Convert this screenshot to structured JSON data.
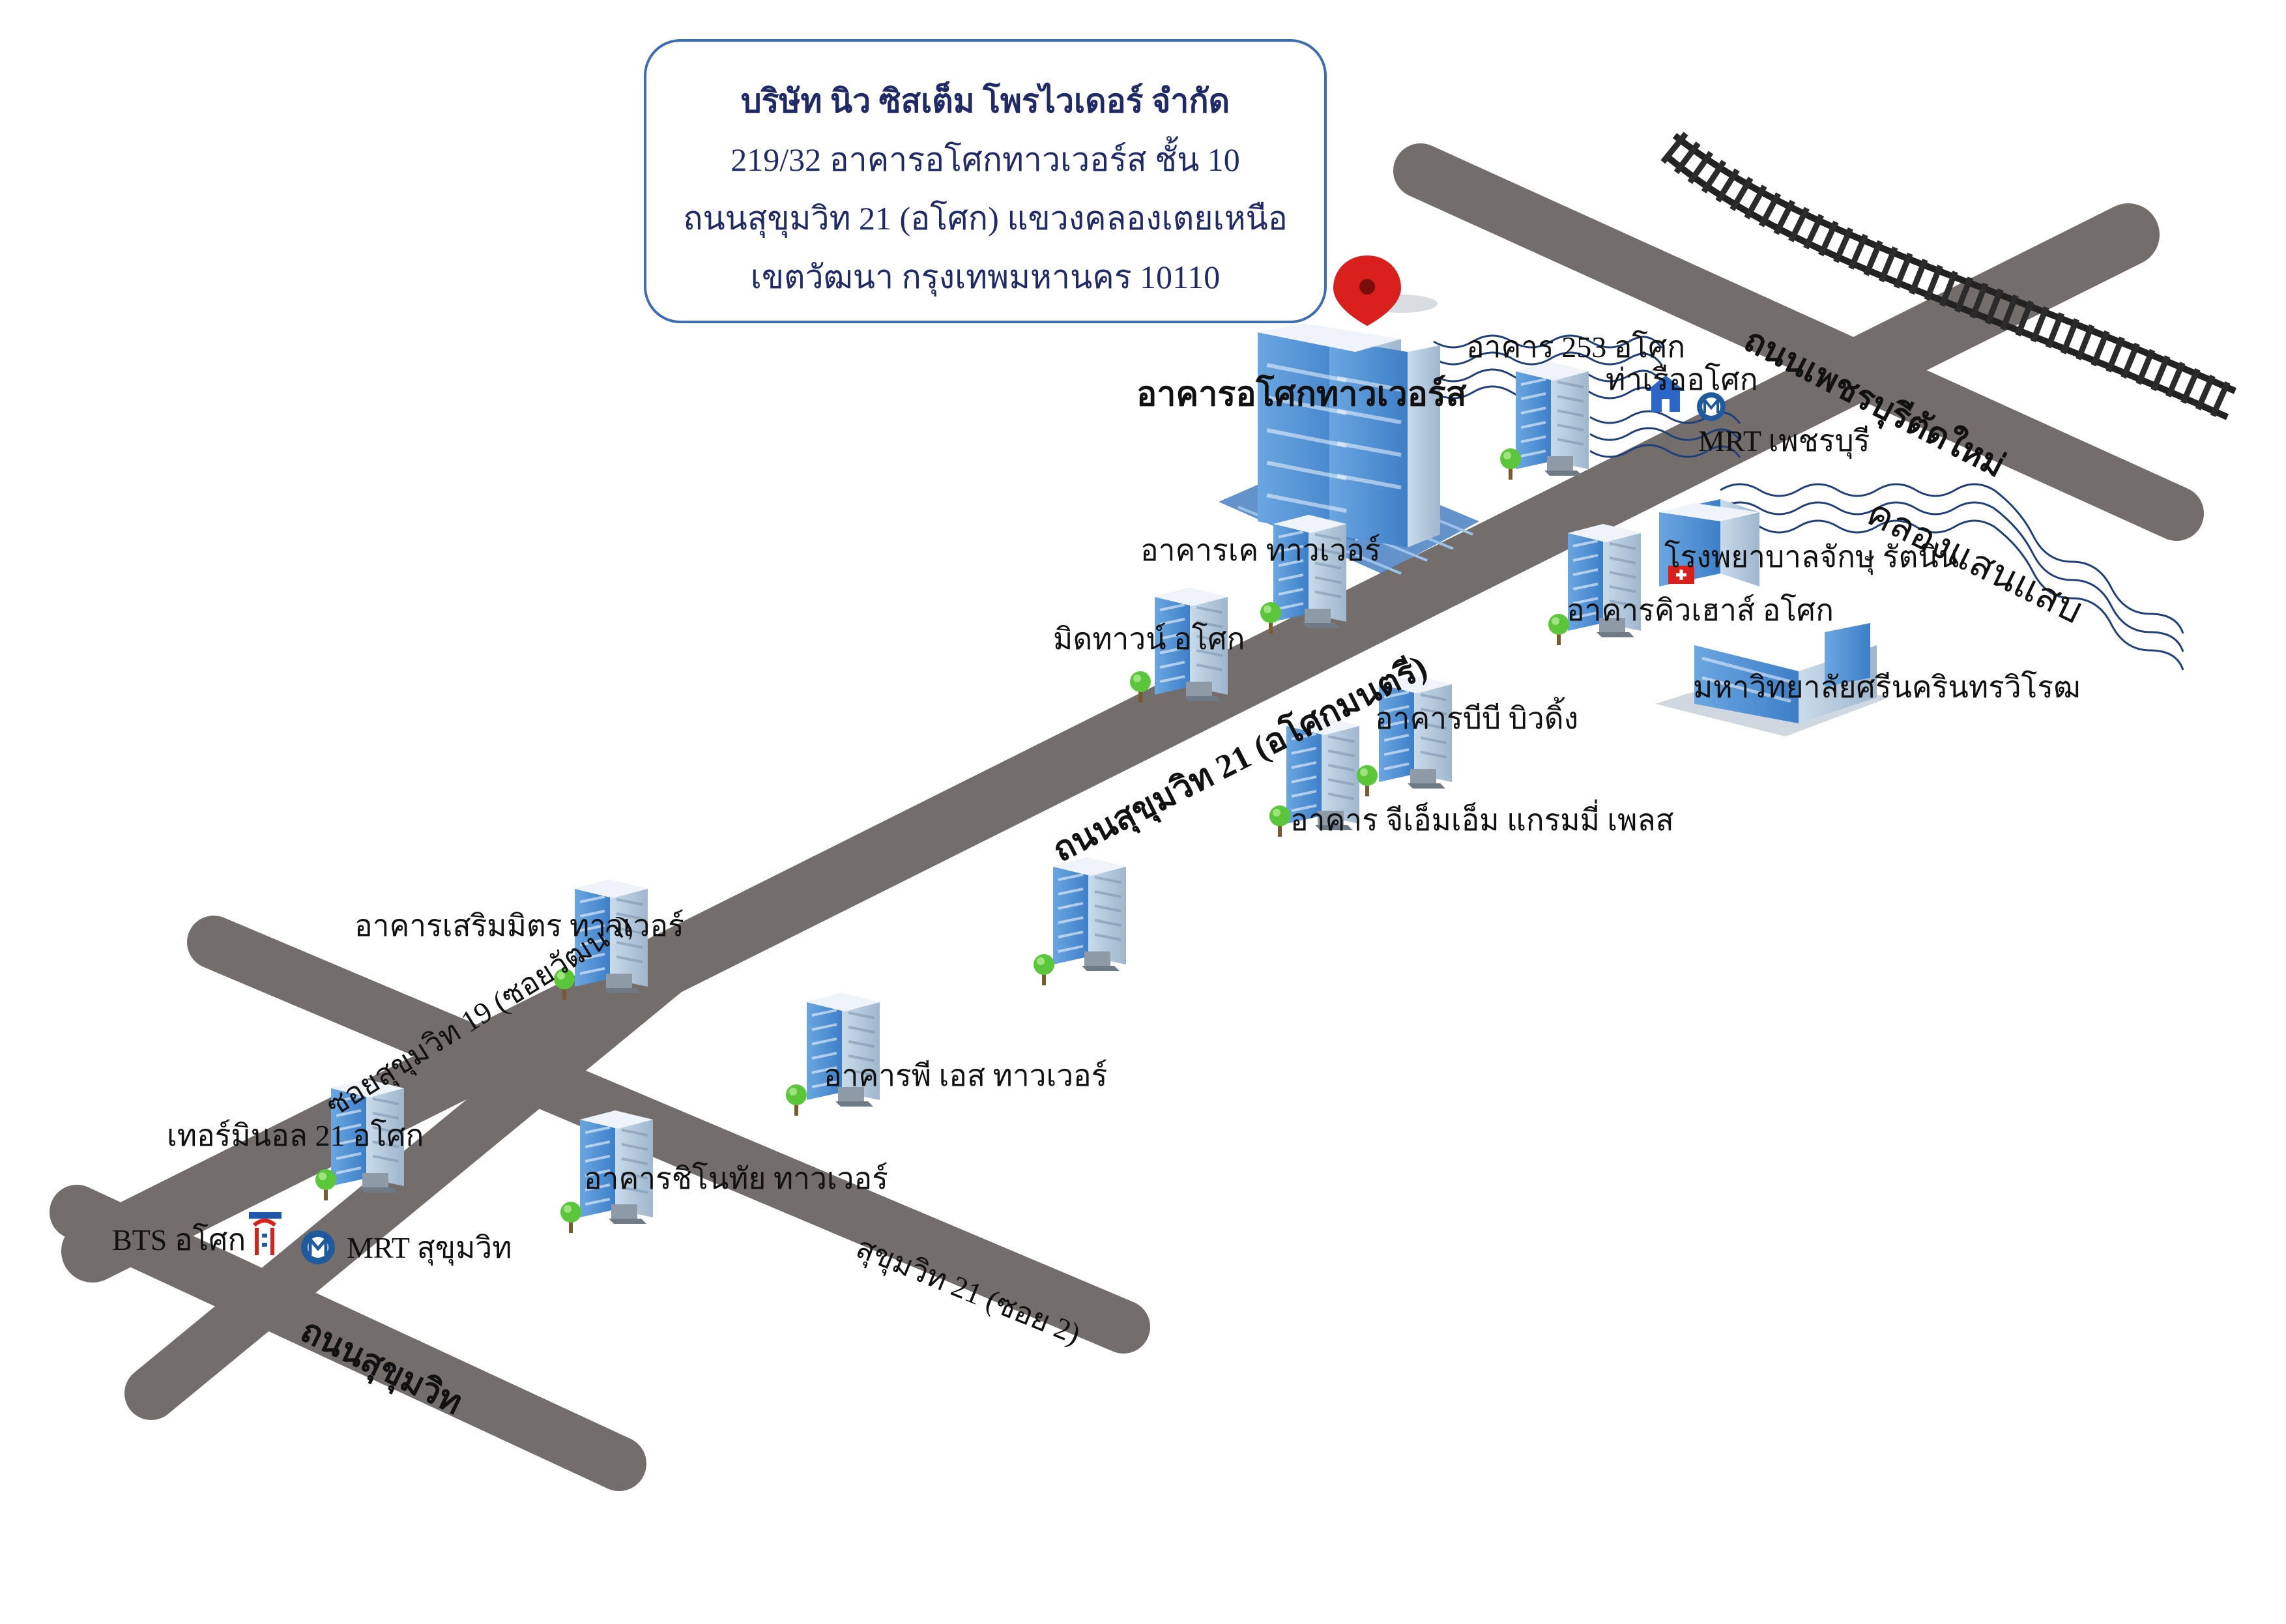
{
  "company": {
    "name": "บริษัท นิว ซิสเต็ม โพรไวเดอร์ จำกัด",
    "address_1": "219/32 อาคารอโศกทาวเวอร์ส ชั้น 10",
    "address_2": "ถนนสุขุมวิท 21 (อโศก) แขวงคลองเตยเหนือ",
    "address_3": "เขตวัฒนา กรุงเทพมหานคร 10110"
  },
  "roads": {
    "main": "ถนนสุขุมวิท 21 (อโศกมนตรี)",
    "top": "ถนนเพชรบุรีตัดใหม่",
    "bottom": "ถนนสุขุมวิท",
    "soi19": "ซอยสุขุมวิท 19 (ซอยวัฒนา)",
    "soi2": "สุขุมวิท 21 (ซอย 2)"
  },
  "canal": "คลองแสนแสบ",
  "target_building": "อาคารอโศกทาวเวอร์ส",
  "buildings": {
    "b253": "อาคาร 253 อโศก",
    "ktower": "อาคารเค ทาวเวอร์",
    "midtown": "มิดทาวน์ อโศก",
    "qhouse": "อาคารคิวเฮาส์ อโศก",
    "bb": "อาคารบีบี บิวดิ้ง",
    "gmm": "อาคาร จีเอ็มเอ็ม แกรมมี่ เพลส",
    "serm": "อาคารเสริมมิตร ทาวเวอร์",
    "ps": "อาคารพี เอส ทาวเวอร์",
    "terminal": "เทอร์มินอล 21 อโศก",
    "chino": "อาคารชิโนทัย ทาวเวอร์"
  },
  "landmarks": {
    "pier": "ท่าเรืออโศก",
    "mrt_phet": "MRT เพชรบุรี",
    "hospital": "โรงพยาบาลจักษุ รัตนิน",
    "university": "มหาวิทยาลัยศรีนครินทรวิโรฒ",
    "bts": "BTS อโศก",
    "mrt_suk": "MRT สุขุมวิท"
  },
  "icons": {
    "pin": "location-pin-icon",
    "building": "office-building-icon",
    "tree": "tree-icon",
    "house": "house-icon",
    "mrt": "mrt-logo-icon",
    "bts": "bts-logo-icon",
    "hospital": "hospital-icon",
    "railway": "railway-track-icon"
  },
  "colors": {
    "road": "#736d6b",
    "road_edge": "#5f5957",
    "info_border": "#3f6db3",
    "info_text": "#1f2a66",
    "building": "#4e8fd4",
    "pin": "#d9201c",
    "canal": "#1f3f79",
    "tree": "#5cc63b",
    "mrt": "#1f5b9c",
    "bts": "#1f58a8"
  }
}
